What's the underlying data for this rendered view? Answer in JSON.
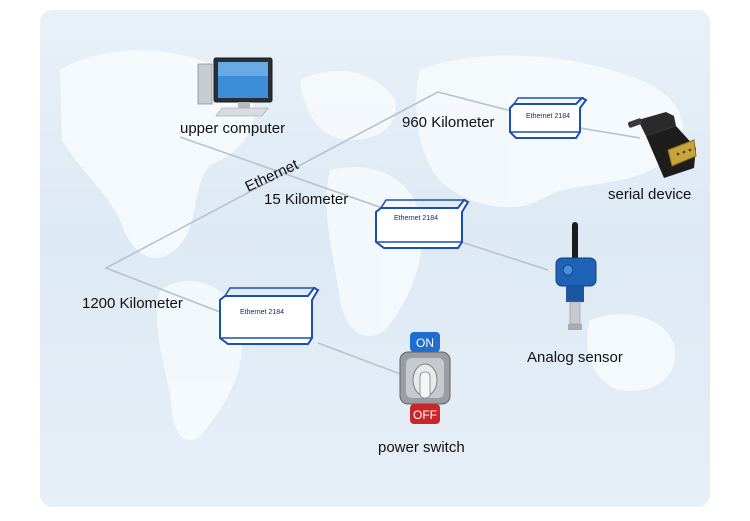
{
  "labels": {
    "upper_computer": "upper computer",
    "ethernet": "Ethernet",
    "dist_960": "960 Kilometer",
    "dist_15": "15 Kilometer",
    "dist_1200": "1200 Kilometer",
    "serial_device": "serial device",
    "analog_sensor": "Analog sensor",
    "power_switch": "power switch"
  },
  "devices": {
    "module_label": "Ethernet 2184",
    "switch_on": "ON",
    "switch_off": "OFF"
  },
  "colors": {
    "module_stroke": "#1a4fb3",
    "line": "#b8c2cc",
    "switch_on": "#1f6fd1",
    "switch_off": "#c9262a",
    "sensor": "#1e63b8"
  }
}
